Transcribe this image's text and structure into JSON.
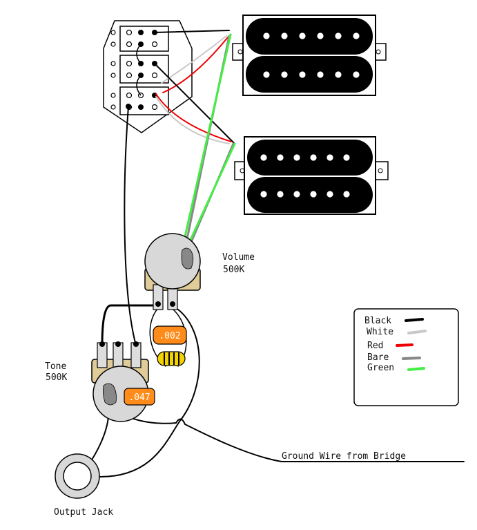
{
  "labels": {
    "volume_name": "Volume",
    "volume_value": "500K",
    "tone_name": "Tone",
    "tone_value": "500K",
    "cap_volume": ".002",
    "cap_tone": ".047",
    "ground_wire": "Ground Wire from Bridge",
    "output_jack": "Output Jack"
  },
  "legend": {
    "items": [
      {
        "label": "Black",
        "color": "#000000"
      },
      {
        "label": "White",
        "color": "#c8c8c8"
      },
      {
        "label": "Red",
        "color": "#ee0000"
      },
      {
        "label": "Bare",
        "color": "#888888"
      },
      {
        "label": "Green",
        "color": "#44ee44"
      }
    ]
  },
  "colors": {
    "pickup": "#000000",
    "pot": "#d8d8d8",
    "pot_base": "#e0cc98",
    "capacitor": "#ff8c1a",
    "resistor": "#f2d200"
  }
}
